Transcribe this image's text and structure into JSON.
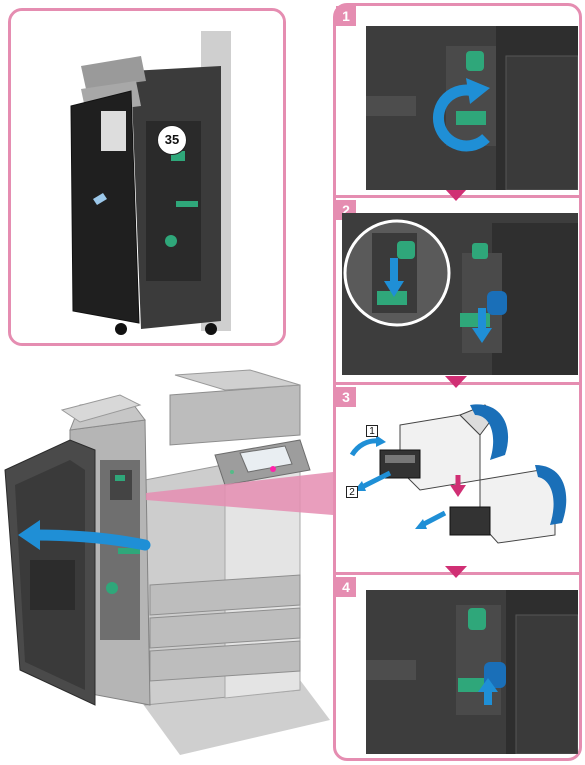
{
  "detail": {
    "callout_number": "35"
  },
  "steps": [
    {
      "number": "1"
    },
    {
      "number": "2"
    },
    {
      "number": "3",
      "labels": [
        "1",
        "2"
      ]
    },
    {
      "number": "4"
    }
  ],
  "colors": {
    "frame_pink": "#e58db1",
    "arrow_magenta": "#d02f74",
    "action_blue": "#1f8fd6",
    "lever_green": "#2fa77a",
    "cartridge_blue": "#1a6fb8"
  }
}
